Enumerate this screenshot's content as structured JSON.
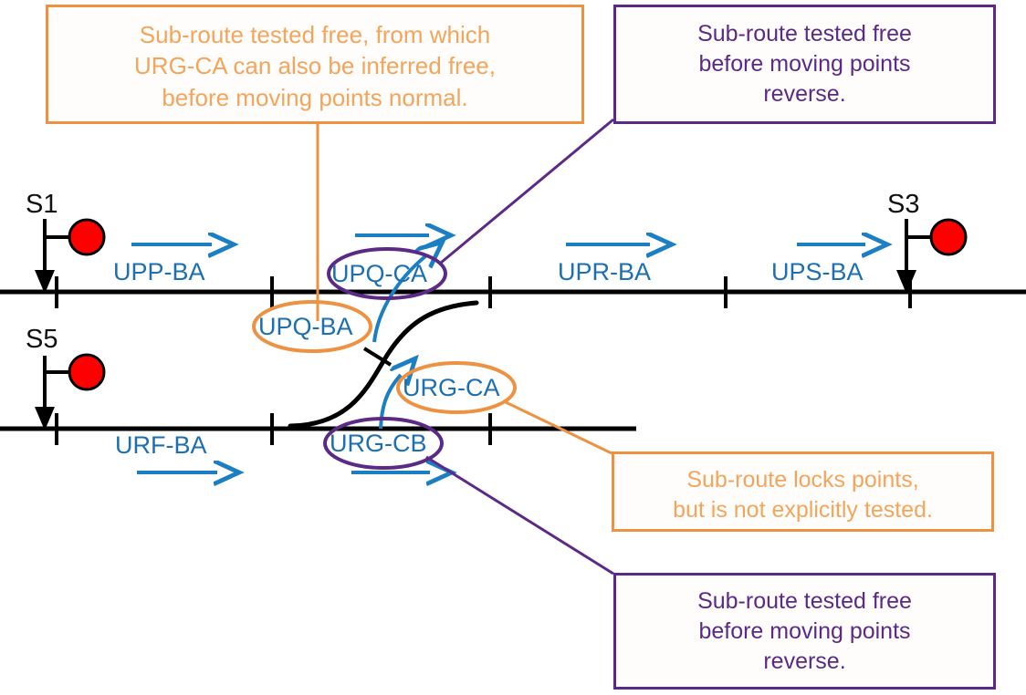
{
  "diagram": {
    "title": "Railway sub-route interlocking diagram",
    "colors": {
      "track": "#000000",
      "subroute_text": "#1C6FB0",
      "arrow": "#1C7FC4",
      "orange": "#ED9242",
      "orange_text": "#F3A55C",
      "purple": "#5B2A86",
      "signal_red": "#FF0000"
    }
  },
  "callouts": [
    {
      "id": "callout-orange-top",
      "style": "orange",
      "lines": [
        "Sub-route tested free, from which",
        "URG-CA can also be inferred free,",
        "before moving points normal."
      ]
    },
    {
      "id": "callout-purple-top",
      "style": "purple",
      "lines": [
        "Sub-route tested free",
        "before moving points",
        "reverse."
      ]
    },
    {
      "id": "callout-orange-mid",
      "style": "orange",
      "lines": [
        "Sub-route locks points,",
        "but is not explicitly tested."
      ]
    },
    {
      "id": "callout-purple-bottom",
      "style": "purple",
      "lines": [
        "Sub-route tested free",
        "before moving points",
        "reverse."
      ]
    }
  ],
  "signals": [
    {
      "name": "S1",
      "aspect": "red"
    },
    {
      "name": "S3",
      "aspect": "red"
    },
    {
      "name": "S5",
      "aspect": "red"
    }
  ],
  "subroutes": {
    "upper": [
      {
        "label": "UPP-BA",
        "highlight": "none"
      },
      {
        "label": "UPQ-CA",
        "highlight": "purple-ellipse"
      },
      {
        "label": "UPR-BA",
        "highlight": "none"
      },
      {
        "label": "UPS-BA",
        "highlight": "none"
      }
    ],
    "junction": [
      {
        "label": "UPQ-BA",
        "highlight": "orange-ellipse"
      },
      {
        "label": "URG-CA",
        "highlight": "orange-ellipse"
      }
    ],
    "lower": [
      {
        "label": "URF-BA",
        "highlight": "none"
      },
      {
        "label": "URG-CB",
        "highlight": "purple-ellipse"
      }
    ]
  }
}
